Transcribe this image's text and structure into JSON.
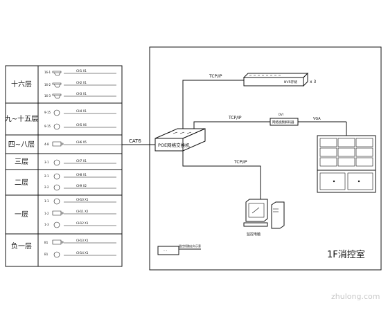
{
  "floors": [
    {
      "label": "十六层",
      "cams": [
        {
          "tag": "16-1",
          "text": "CH1 X1"
        },
        {
          "tag": "16-2",
          "text": "CH2 X1"
        },
        {
          "tag": "16-3",
          "text": "CH3 X1"
        }
      ]
    },
    {
      "label": "九~十五层",
      "cams": [
        {
          "tag": "9-15",
          "text": "CH4 X1"
        },
        {
          "tag": "9-15",
          "text": "CH5 X6"
        }
      ]
    },
    {
      "label": "四~八层",
      "cams": [
        {
          "tag": "4-8",
          "text": "CH6 X5"
        }
      ]
    },
    {
      "label": "三层",
      "cams": [
        {
          "tag": "3-1",
          "text": "CH7 X1"
        }
      ]
    },
    {
      "label": "二层",
      "cams": [
        {
          "tag": "2-1",
          "text": "CH8 X1"
        },
        {
          "tag": "2-2",
          "text": "CH9 X2"
        }
      ]
    },
    {
      "label": "一层",
      "cams": [
        {
          "tag": "1-1",
          "text": "CH10 X1"
        },
        {
          "tag": "1-2",
          "text": "CH11 X2"
        },
        {
          "tag": "1-3",
          "text": "CH12 X1"
        }
      ]
    },
    {
      "label": "负一层",
      "cams": [
        {
          "tag": "B1",
          "text": "CH13 X1"
        },
        {
          "tag": "B1",
          "text": "CH14 X1"
        }
      ]
    }
  ],
  "links": {
    "cat6": "CAT6",
    "tcpip_1": "TCP/IP",
    "tcpip_2": "TCP/IP",
    "tcpip_3": "TCP/IP",
    "vga": "VGA",
    "dvi": "DVI"
  },
  "devices": {
    "switch": "POE网络交换机",
    "nvr": "NVR存储",
    "nvr_qty": "x 3",
    "decoder": "网络视频解码器",
    "computer": "监控电脑"
  },
  "room": {
    "title": "1F消控室"
  },
  "legend": {
    "text": "监控线路走向示意"
  },
  "watermark": "zhulong.com"
}
